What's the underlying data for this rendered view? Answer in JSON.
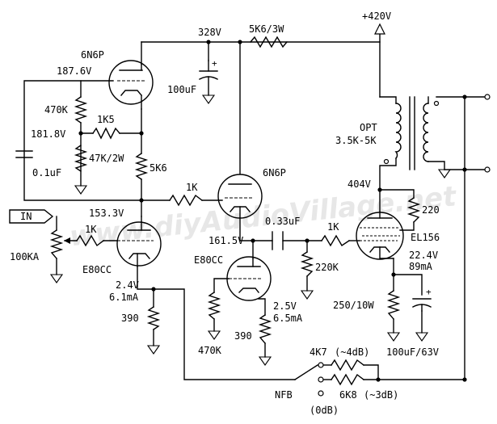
{
  "watermark": "www.diyAudioVillage.net",
  "supply": {
    "b_plus": "+420V",
    "node_328": "328V",
    "dropper": "5K6/3W",
    "cap_100": "100uF"
  },
  "input": {
    "tag": "IN",
    "pot": "100KA",
    "grid_stopper": "1K"
  },
  "stage1": {
    "tube": "E80CC",
    "plate_v": "153.3V",
    "cathode_v": "2.4V",
    "cathode_i": "6.1mA",
    "rk": "390"
  },
  "regulator": {
    "tube": "6N6P",
    "plate_v": "187.6V",
    "r_top": "470K",
    "node": "181.8V",
    "r_mid": "1K5",
    "r_bot": "47K/2W",
    "r_right": "5K6",
    "cap": "0.1uF"
  },
  "stage2": {
    "follower_tube": "6N6P",
    "grid_stopper": "1K",
    "lower_tube": "E80CC",
    "node_v": "161.5V",
    "rg": "470K",
    "rk": "390",
    "cathode_v": "2.5V",
    "cathode_i": "6.5mA"
  },
  "coupling": {
    "cap": "0.33uF",
    "grid_stopper": "1K",
    "grid_leak": "220K"
  },
  "output": {
    "tube": "EL156",
    "plate_v": "404V",
    "g2_res": "220",
    "cathode_v": "22.4V",
    "cathode_i": "89mA",
    "rk": "250/10W",
    "ck": "100uF/63V"
  },
  "transformer": {
    "name": "OPT",
    "spec": "3.5K-5K"
  },
  "nfb": {
    "label": "NFB",
    "r1": "4K7",
    "r1_db": "(~4dB)",
    "r2": "6K8",
    "r2_db": "(~3dB)",
    "off_db": "(0dB)"
  }
}
